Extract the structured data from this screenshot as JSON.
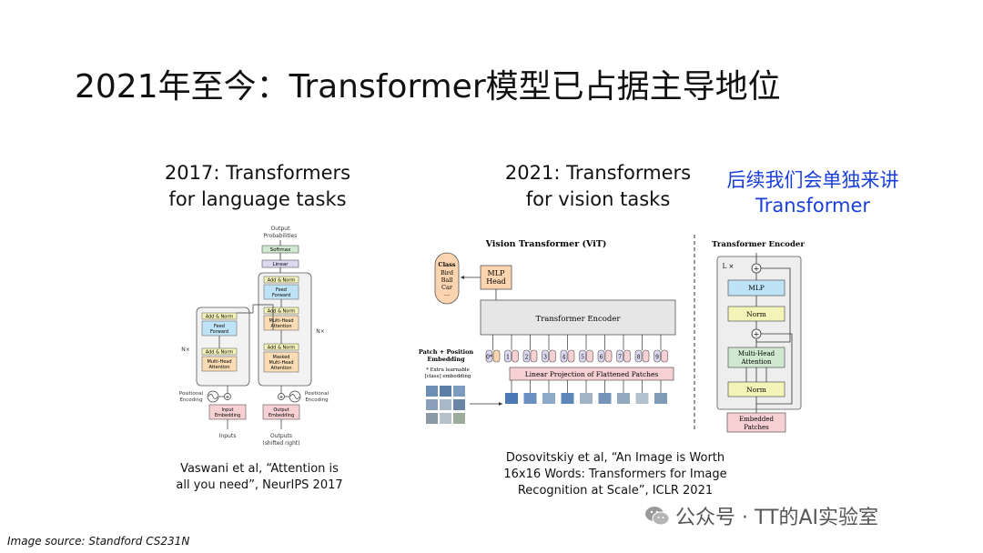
{
  "slide": {
    "title": "2021年至今：Transformer模型已占据主导地位",
    "left_heading": [
      "2017: Transformers",
      "for language tasks"
    ],
    "mid_heading": [
      "2021: Transformers",
      "for vision tasks"
    ],
    "note": [
      "后续我们会单独来讲",
      "Transformer"
    ],
    "left_citation": [
      "Vaswani et al, “Attention is",
      "all you need”, NeurIPS 2017"
    ],
    "mid_citation": [
      "Dosovitskiy et al, “An Image is Worth",
      "16x16 Words: Transformers for Image",
      "Recognition at Scale”, ICLR 2021"
    ],
    "image_source": "Image source: Standford CS231N",
    "watermark": "公众号 · TT的AI实验室"
  },
  "transformer_diagram": {
    "output_probs": [
      "Output",
      "Probabilities"
    ],
    "softmax": "Softmax",
    "linear": "Linear",
    "add_norm": "Add & Norm",
    "feed_forward": [
      "Feed",
      "Forward"
    ],
    "multi_head": [
      "Multi-Head",
      "Attention"
    ],
    "masked_multi_head": [
      "Masked",
      "Multi-Head",
      "Attention"
    ],
    "nx": "N×",
    "positional_encoding": [
      "Positional",
      "Encoding"
    ],
    "input_embedding": [
      "Input",
      "Embedding"
    ],
    "output_embedding": [
      "Output",
      "Embedding"
    ],
    "inputs": "Inputs",
    "outputs": [
      "Outputs",
      "(shifted right)"
    ]
  },
  "vit_diagram": {
    "title": "Vision Transformer (ViT)",
    "class_box": [
      "Class",
      "Bird",
      "Ball",
      "Car",
      "..."
    ],
    "mlp_head": [
      "MLP",
      "Head"
    ],
    "encoder": "Transformer Encoder",
    "patch_label": [
      "Patch + Position",
      "Embedding"
    ],
    "extra_note": [
      "* Extra learnable",
      "[class] embedding"
    ],
    "tokens": [
      "0*",
      "1",
      "2",
      "3",
      "4",
      "5",
      "6",
      "7",
      "8",
      "9"
    ],
    "linear_projection": "Linear Projection of Flattened Patches"
  },
  "encoder_block": {
    "title": "Transformer Encoder",
    "lx": "L ×",
    "mlp": "MLP",
    "norm": "Norm",
    "multi_head": [
      "Multi-Head",
      "Attention"
    ],
    "embedded": [
      "Embedded",
      "Patches"
    ]
  },
  "colors": {
    "note_blue": "#1a3fd8",
    "softmax_green": "#cfe8cf",
    "linear_purple": "#dcd8f0",
    "addnorm_yellow": "#f4f3b8",
    "feedforward_blue": "#bfe3f6",
    "attention_orange": "#fbdcb4",
    "embedding_pink": "#f6d0d2",
    "encoder_gray": "#e6e6e6",
    "mlp_orange": "#fcd5b0"
  }
}
